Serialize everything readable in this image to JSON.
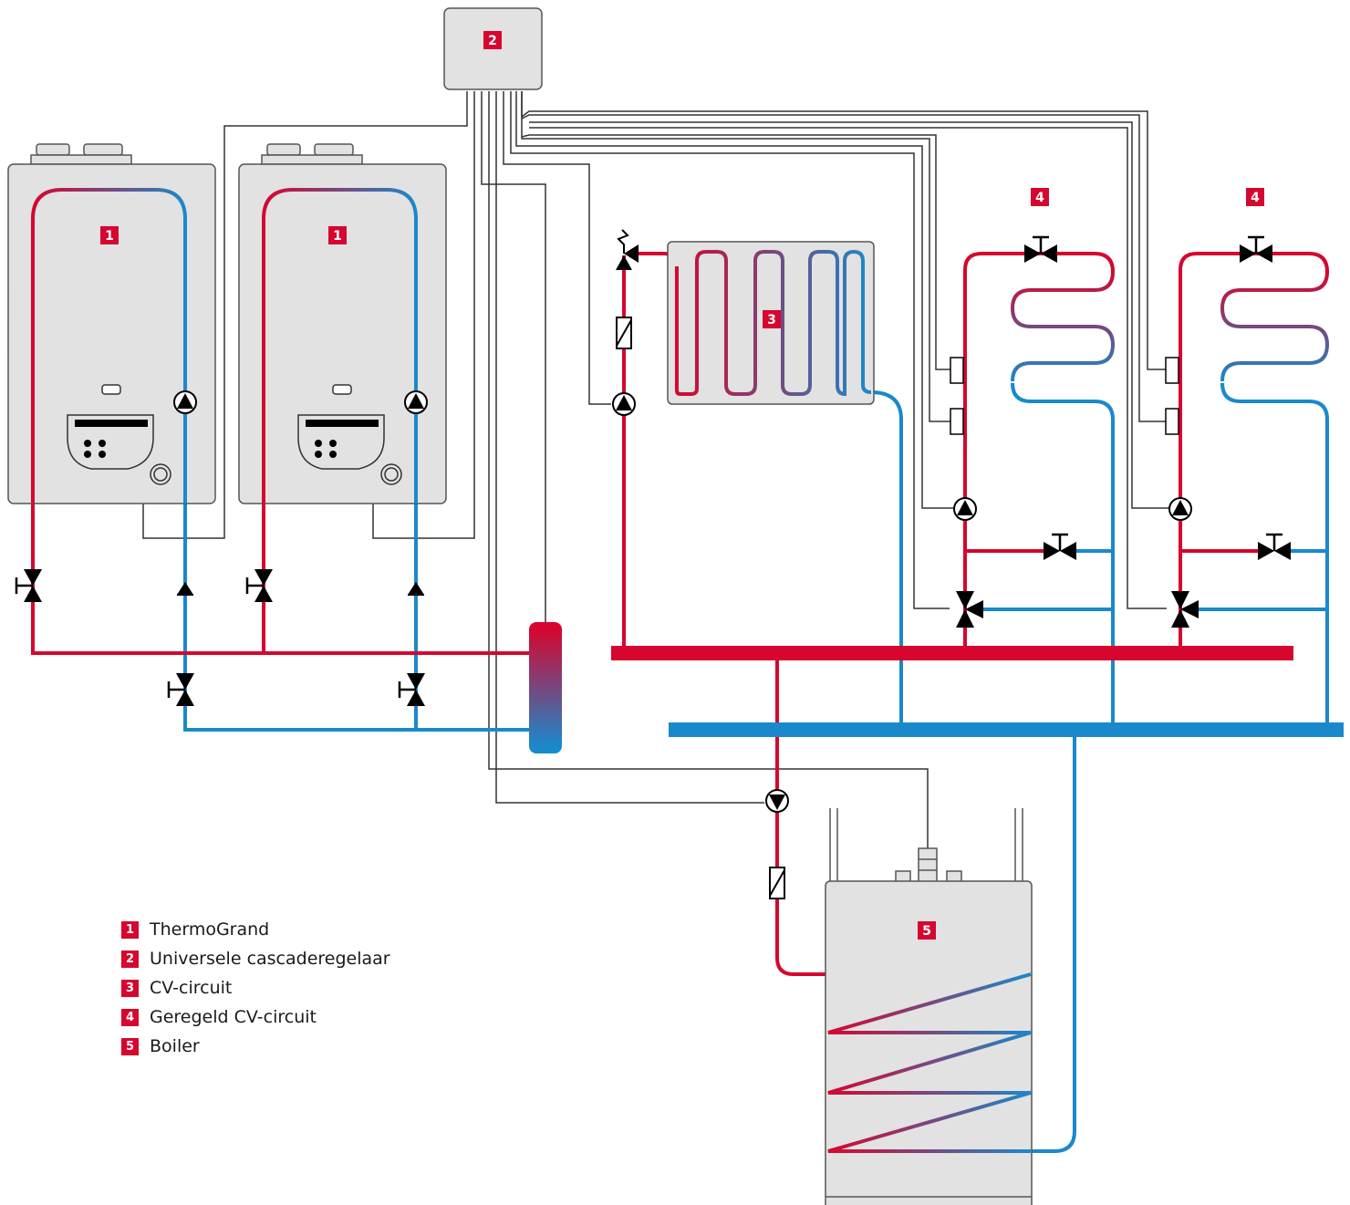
{
  "colors": {
    "hot": "#d6062f",
    "cold": "#1a89cc",
    "unit": "#e2e2e2",
    "outline": "#555555",
    "wire": "#333333",
    "badge": "#d6062f"
  },
  "badges": {
    "boiler_unit": "1",
    "controller": "2",
    "cv_circuit": "3",
    "regulated_circuit": "4",
    "storage_boiler": "5"
  },
  "legend": [
    {
      "num": "1",
      "label": "ThermoGrand"
    },
    {
      "num": "2",
      "label": "Universele cascaderegelaar"
    },
    {
      "num": "3",
      "label": "CV-circuit"
    },
    {
      "num": "4",
      "label": "Geregeld CV-circuit"
    },
    {
      "num": "5",
      "label": "Boiler"
    }
  ],
  "icons": [
    "pump-icon",
    "valve-icon",
    "three-way-valve-icon",
    "check-valve-icon",
    "sensor-icon",
    "safety-valve-icon"
  ]
}
